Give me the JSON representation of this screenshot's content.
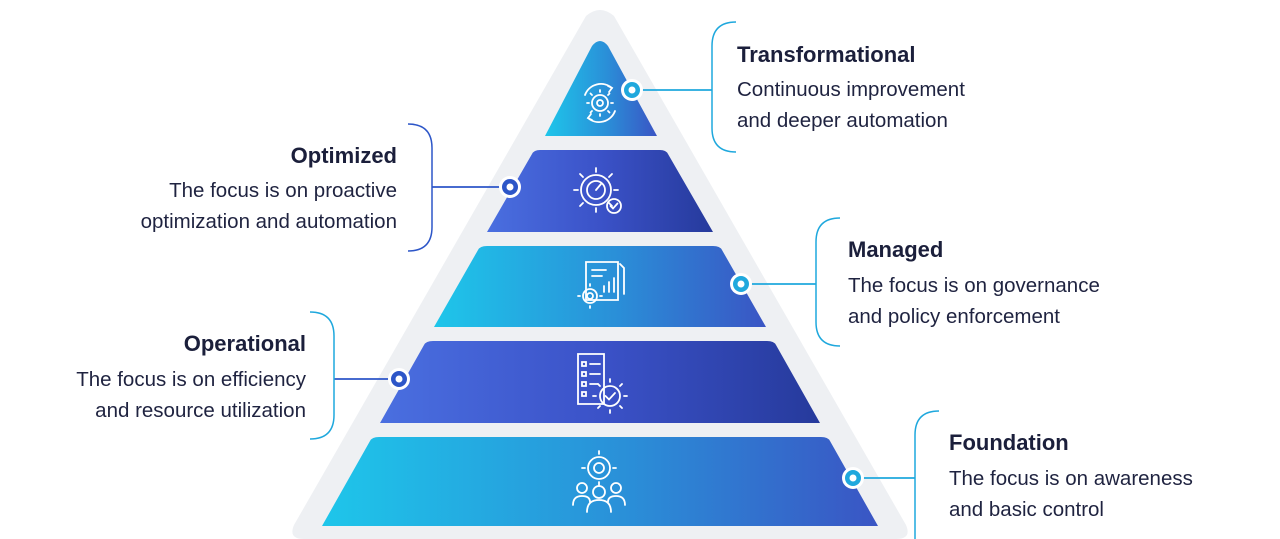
{
  "levels": [
    {
      "title": "Transformational",
      "desc_line1": "Continuous improvement",
      "desc_line2": "and deeper automation",
      "icon": "cycle-gear-icon"
    },
    {
      "title": "Optimized",
      "desc_line1": "The focus is on proactive",
      "desc_line2": "optimization and automation",
      "icon": "gear-gauge-check-icon"
    },
    {
      "title": "Managed",
      "desc_line1": "The focus is on governance",
      "desc_line2": "and policy enforcement",
      "icon": "document-gear-chart-icon"
    },
    {
      "title": "Operational",
      "desc_line1": "The focus is on efficiency",
      "desc_line2": "and resource utilization",
      "icon": "checklist-gear-icon"
    },
    {
      "title": "Foundation",
      "desc_line1": "The focus is on awareness",
      "desc_line2": "and basic control",
      "icon": "target-people-icon"
    }
  ],
  "colors": {
    "tier_light": "#1fc6ea",
    "tier_dark": "#3f51c6",
    "connector_blue": "#2d56c8",
    "connector_cyan": "#1fa8dd",
    "backdrop": "#eef0f3",
    "text": "#1b1f3b"
  }
}
